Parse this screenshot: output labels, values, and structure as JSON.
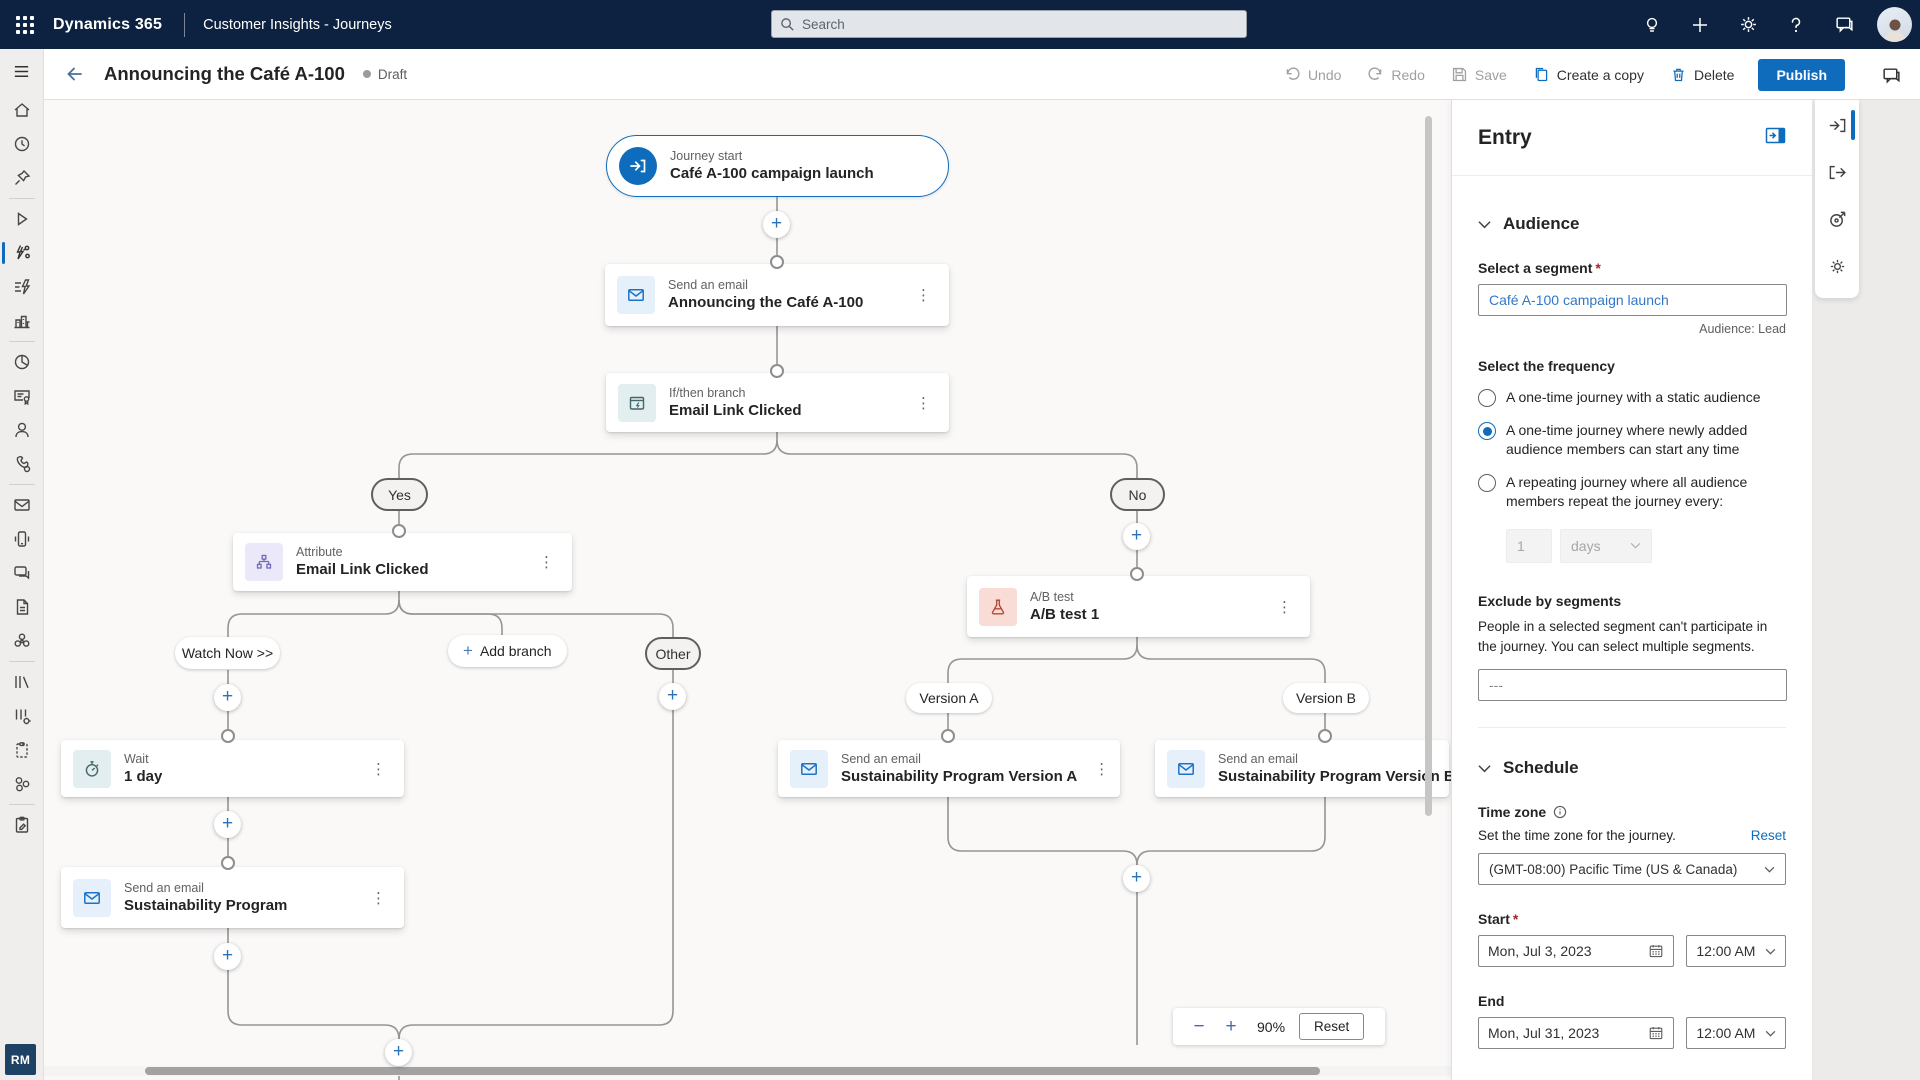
{
  "topbar": {
    "product": "Dynamics 365",
    "app": "Customer Insights - Journeys",
    "search_placeholder": "Search",
    "icons": [
      "lightbulb-icon",
      "add-icon",
      "settings-gear-icon",
      "help-icon",
      "feedback-icon",
      "account-avatar"
    ]
  },
  "command_bar": {
    "title": "Announcing the Café A-100",
    "status": "Draft",
    "undo": "Undo",
    "redo": "Redo",
    "save": "Save",
    "create_copy": "Create a copy",
    "delete": "Delete",
    "publish": "Publish"
  },
  "sidebar": {
    "icons": [
      "global-nav-toggle",
      "home",
      "recent",
      "pinned",
      "get-started",
      "journeys",
      "triggers",
      "buildings",
      "analytics",
      "certificates",
      "contacts",
      "phone-settings",
      "emails",
      "push-notifications",
      "chats",
      "forms",
      "customizations",
      "library",
      "column-settings",
      "clipboard",
      "shapes",
      "notes"
    ],
    "environment_badge": "RM"
  },
  "canvas": {
    "zoom": {
      "level": "90%",
      "reset": "Reset"
    },
    "nodes": {
      "journey_start": {
        "label": "Journey start",
        "title": "Café A-100 campaign launch"
      },
      "email1": {
        "label": "Send an email",
        "title": "Announcing the Café A-100"
      },
      "ifthen": {
        "label": "If/then branch",
        "title": "Email Link Clicked"
      },
      "attribute": {
        "label": "Attribute",
        "title": "Email Link Clicked"
      },
      "wait": {
        "label": "Wait",
        "title": "1 day"
      },
      "email2": {
        "label": "Send an email",
        "title": "Sustainability Program"
      },
      "abtest": {
        "label": "A/B test",
        "title": "A/B test 1"
      },
      "email3": {
        "label": "Send an email",
        "title": "Sustainability Program Version A"
      },
      "email4": {
        "label": "Send an email",
        "title": "Sustainability Program Version B"
      }
    },
    "branch_labels": {
      "yes": "Yes",
      "no": "No",
      "other": "Other",
      "version_a": "Version A",
      "version_b": "Version B",
      "watch_now": "Watch Now >>",
      "add_branch": "Add branch"
    }
  },
  "panel": {
    "title": "Entry",
    "required_marker": "*",
    "audience": {
      "heading": "Audience",
      "segment_label": "Select a segment",
      "segment_value": "Café A-100 campaign launch",
      "audience_note": "Audience: Lead",
      "frequency_label": "Select the frequency",
      "options": [
        {
          "text": "A one-time journey with a static audience",
          "selected": false
        },
        {
          "text": "A one-time journey where newly added audience members can start any time",
          "selected": true
        },
        {
          "text": "A repeating journey where all audience members repeat the journey every:",
          "selected": false
        }
      ],
      "repeat_value": "1",
      "repeat_unit": "days",
      "exclude_label": "Exclude by segments",
      "exclude_desc": "People in a selected segment can't participate in the journey. You can select multiple segments.",
      "exclude_value": "---"
    },
    "schedule": {
      "heading": "Schedule",
      "timezone_label": "Time zone",
      "timezone_desc": "Set the time zone for the journey.",
      "reset_link": "Reset",
      "timezone_value": "(GMT-08:00) Pacific Time (US & Canada)",
      "start_label": "Start",
      "start_date": "Mon, Jul 3, 2023",
      "start_time": "12:00 AM",
      "end_label": "End",
      "end_date": "Mon, Jul 31, 2023",
      "end_time": "12:00 AM"
    },
    "strip_icons": [
      "entry-icon",
      "exit-icon",
      "goal-icon",
      "settings-icon"
    ]
  },
  "colors": {
    "topbar_navy": "#0d2240",
    "brand_blue": "#0f6cbd",
    "canvas_bg": "#faf9f8",
    "selected_radio": "#0f6cbd",
    "segment_link_blue": "#3178c6",
    "ab_accent": "#b5483a"
  }
}
